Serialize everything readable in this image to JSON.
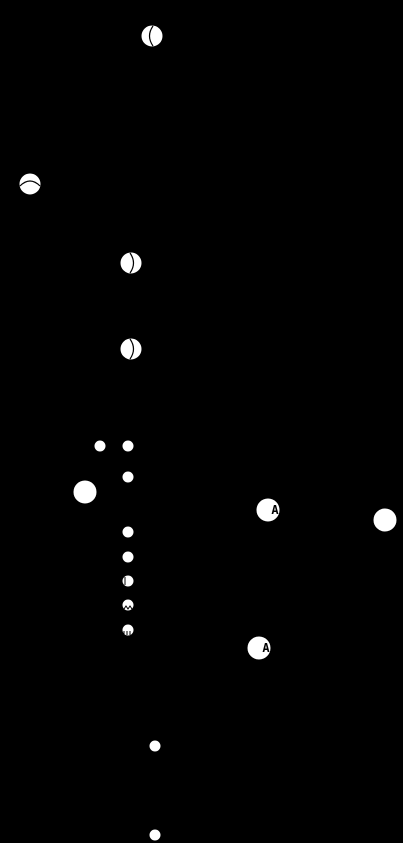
{
  "colors": {
    "background": "#000000",
    "marker_fill": "#ffffff",
    "marker_stroke": "#000000"
  },
  "markers": [
    {
      "id": "crescent-marker-1",
      "icon": "crescent-marker-icon",
      "variant": "crescent-right"
    },
    {
      "id": "arc-marker",
      "icon": "arc-marker-icon",
      "variant": "arc-down"
    },
    {
      "id": "crescent-marker-2",
      "icon": "crescent-marker-icon",
      "variant": "crescent-left"
    },
    {
      "id": "crescent-marker-3",
      "icon": "crescent-marker-icon",
      "variant": "crescent-left"
    },
    {
      "id": "dot-a",
      "icon": "dot-icon",
      "variant": "dot"
    },
    {
      "id": "dot-b",
      "icon": "dot-icon",
      "variant": "dot"
    },
    {
      "id": "dot-c",
      "icon": "dot-icon",
      "variant": "dot"
    },
    {
      "id": "large-dot-left",
      "icon": "dot-icon",
      "variant": "dot"
    },
    {
      "id": "labeled-marker-1",
      "icon": "labeled-marker-icon",
      "variant": "label",
      "label": "A"
    },
    {
      "id": "large-dot-right",
      "icon": "dot-icon",
      "variant": "dot"
    },
    {
      "id": "dot-d",
      "icon": "dot-icon",
      "variant": "dot"
    },
    {
      "id": "dot-e",
      "icon": "dot-icon",
      "variant": "dot"
    },
    {
      "id": "dot-f",
      "icon": "dot-icon",
      "variant": "dot-notch-left"
    },
    {
      "id": "dot-g",
      "icon": "dot-icon",
      "variant": "dot-notch-bottom"
    },
    {
      "id": "dot-h",
      "icon": "dot-icon",
      "variant": "dot-notch-bottom2"
    },
    {
      "id": "labeled-marker-2",
      "icon": "labeled-marker-icon",
      "variant": "label",
      "label": "A"
    },
    {
      "id": "dot-i",
      "icon": "dot-icon",
      "variant": "dot"
    },
    {
      "id": "dot-j",
      "icon": "dot-icon",
      "variant": "dot"
    }
  ]
}
